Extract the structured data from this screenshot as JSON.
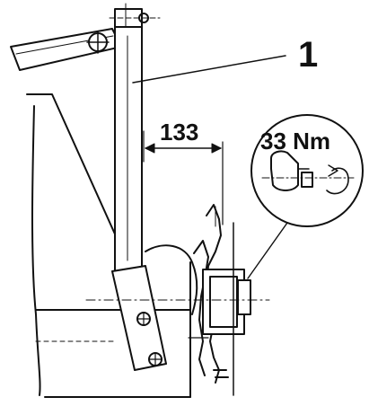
{
  "labels": {
    "part_number": "1",
    "dimension": "133",
    "torque": "33 Nm"
  },
  "colors": {
    "ink": "#111111",
    "paper": "#ffffff"
  }
}
